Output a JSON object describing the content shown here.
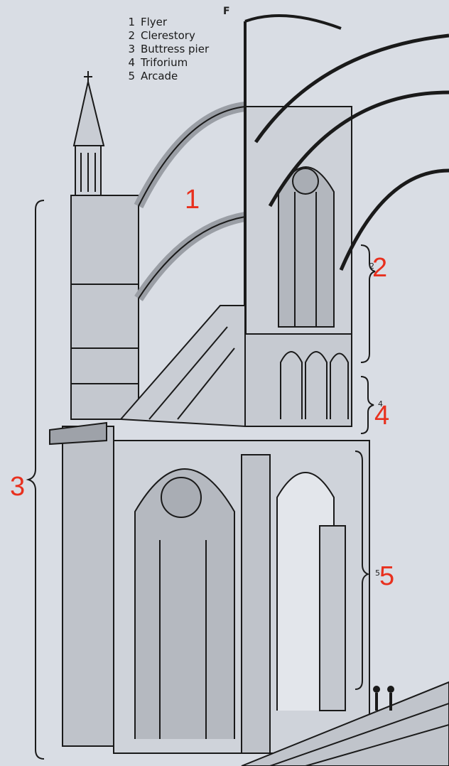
{
  "legend": {
    "items": [
      {
        "number": "1",
        "label": "Flyer"
      },
      {
        "number": "2",
        "label": "Clerestory"
      },
      {
        "number": "3",
        "label": "Buttress pier"
      },
      {
        "number": "4",
        "label": "Triforium"
      },
      {
        "number": "5",
        "label": "Arcade"
      }
    ]
  },
  "callouts": {
    "flyer": "1",
    "clerestory": "2",
    "buttress_pier": "3",
    "triforium": "4",
    "arcade": "5"
  },
  "engraving_marks": {
    "flyer_top": "F",
    "clerestory_small": "2",
    "triforium_small": "4",
    "arcade_small": "5"
  },
  "colors": {
    "background": "#d9dde4",
    "ink": "#1a1a1a",
    "callout": "#e8301e"
  }
}
